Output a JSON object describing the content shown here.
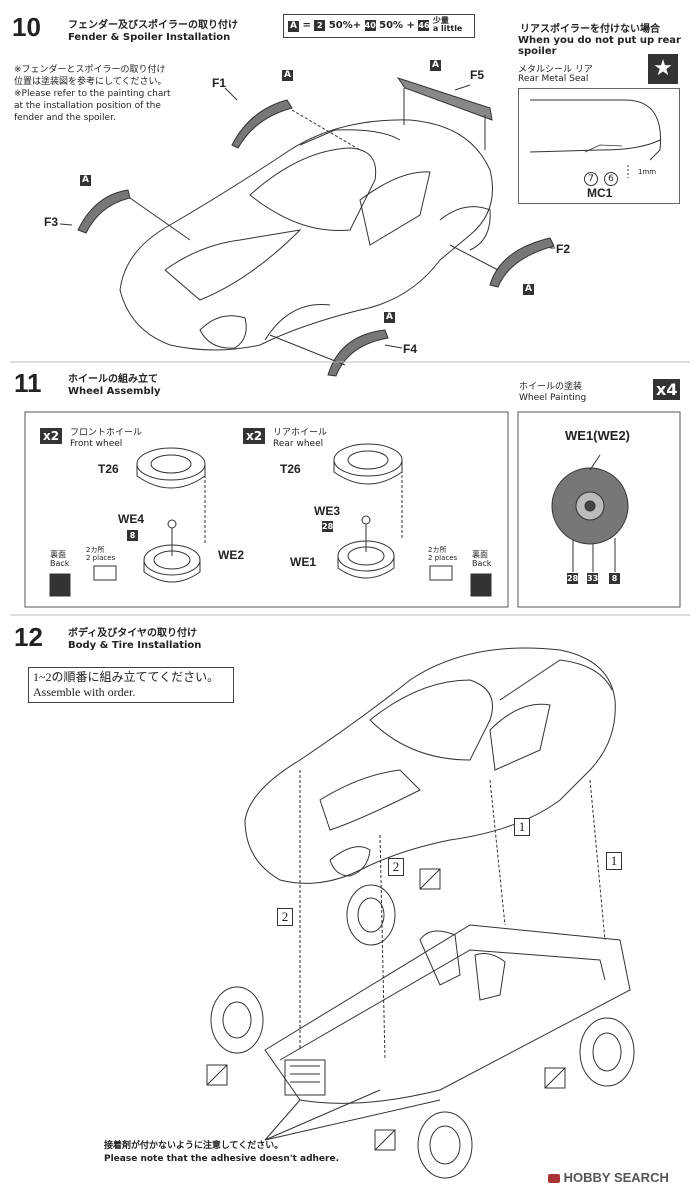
{
  "step10": {
    "num": "10",
    "title_jp": "フェンダー及びスポイラーの取り付け",
    "title_en": "Fender & Spoiler Installation",
    "mix": {
      "A": "A",
      "eq": "=",
      "c1": "2",
      "p1": "50%+",
      "c2": "40",
      "p2": "50% +",
      "c3": "46",
      "little_jp": "少量",
      "little_en": "a little"
    },
    "note_jp1": "※フェンダーとスポイラーの取り付け",
    "note_jp2": "位置は塗装図を参考にしてください。",
    "note_en1": "※Please refer to the painting chart",
    "note_en2": "at the installation position of the",
    "note_en3": "fender and the spoiler.",
    "labels": {
      "F1": "F1",
      "F2": "F2",
      "F3": "F3",
      "F4": "F4",
      "F5": "F5",
      "A": "A"
    }
  },
  "rear_spoiler_box": {
    "title_jp": "リアスポイラーを付けない場合",
    "title_en": "When you do not put up rear spoiler",
    "seal_jp": "メタルシール リア",
    "seal_en": "Rear Metal Seal",
    "c7": "7",
    "c6": "6",
    "mm": "1mm",
    "part": "MC1"
  },
  "step11": {
    "num": "11",
    "title_jp": "ホイールの組み立て",
    "title_en": "Wheel Assembly",
    "front_qty": "x2",
    "front_jp": "フロントホイール",
    "front_en": "Front wheel",
    "rear_qty": "x2",
    "rear_jp": "リアホイール",
    "rear_en": "Rear wheel",
    "T26": "T26",
    "WE4": "WE4",
    "WE3": "WE3",
    "WE2": "WE2",
    "WE1": "WE1",
    "c8": "8",
    "c28": "28",
    "places_jp": "2カ所",
    "places_en": "2 places",
    "back_jp": "裏面",
    "back_en": "Back"
  },
  "wheel_painting": {
    "title_jp": "ホイールの塗装",
    "title_en": "Wheel Painting",
    "qty": "x4",
    "part": "WE1(WE2)",
    "codes": [
      "28",
      "33",
      "8"
    ]
  },
  "step12": {
    "num": "12",
    "title_jp": "ボディ及びタイヤの取り付け",
    "title_en": "Body & Tire Installation",
    "order_jp": "1~2の順番に組み立ててください。",
    "order_en": "Assemble with order.",
    "n1": "1",
    "n2": "2",
    "adhesive_jp": "接着剤が付かないように注意してください。",
    "adhesive_en": "Please note that the adhesive doesn't adhere."
  },
  "watermark": "HOBBY SEARCH"
}
